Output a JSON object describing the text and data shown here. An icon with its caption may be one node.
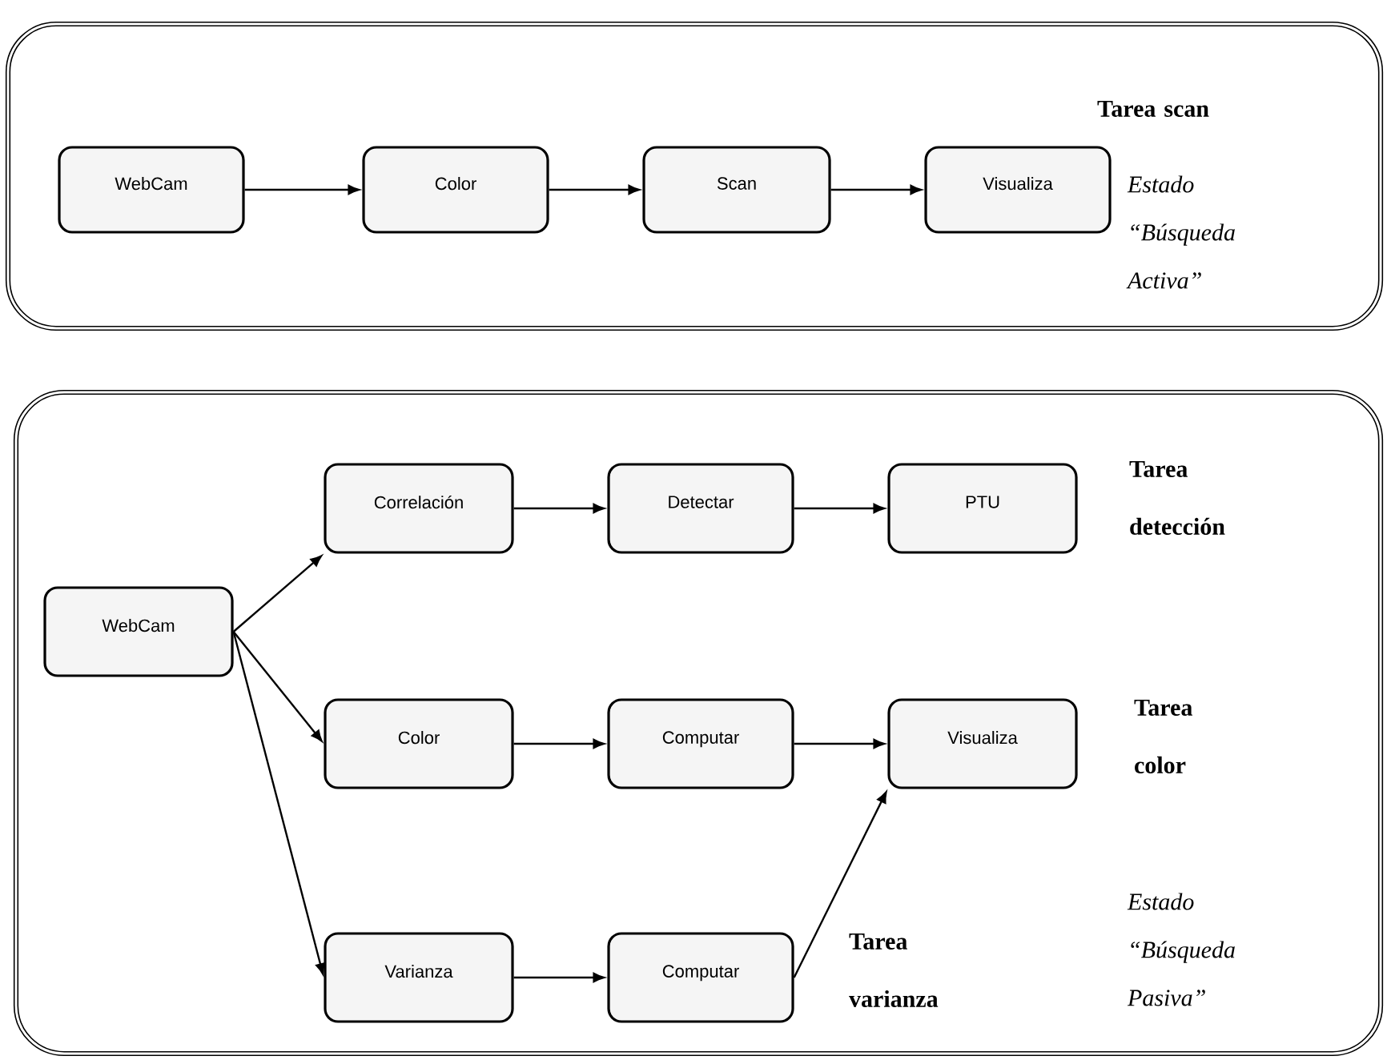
{
  "diagram": {
    "nodes": [
      {
        "text": [
          "Estado “Búsqueda Activa”"
        ]
      },
      {
        "text": [
          "WebCam"
        ],
        "in": 0
      },
      {
        "text": [
          "Color"
        ],
        "in": 0
      },
      {
        "text": [
          "Scan"
        ],
        "in": 0
      },
      {
        "text": [
          "Visualiza"
        ],
        "in": 0
      },
      {
        "text": [
          "Estado “Búsqueda Pasiva”"
        ]
      },
      {
        "text": [
          "WebCam"
        ],
        "in": 5
      },
      {
        "text": [
          "Correlación"
        ],
        "in": 5
      },
      {
        "text": [
          "Detectar"
        ],
        "in": 5
      },
      {
        "text": [
          "PTU"
        ],
        "in": 5
      },
      {
        "text": [
          "Color"
        ],
        "in": 5
      },
      {
        "text": [
          "Computar"
        ],
        "in": 5
      },
      {
        "text": [
          "Visualiza"
        ],
        "in": 5
      },
      {
        "text": [
          "Varianza"
        ],
        "in": 5
      },
      {
        "text": [
          "Computar"
        ],
        "in": 5
      }
    ],
    "edges": [
      {
        "from": 1,
        "to": 2,
        "arrow": "to"
      },
      {
        "from": 2,
        "to": 3,
        "arrow": "to"
      },
      {
        "from": 3,
        "to": 4,
        "arrow": "to"
      },
      {
        "from": 6,
        "to": 7,
        "arrow": "to"
      },
      {
        "from": 6,
        "to": 10,
        "arrow": "to"
      },
      {
        "from": 6,
        "to": 13,
        "arrow": "to"
      },
      {
        "from": 7,
        "to": 8,
        "arrow": "to"
      },
      {
        "from": 8,
        "to": 9,
        "arrow": "to"
      },
      {
        "from": 10,
        "to": 11,
        "arrow": "to"
      },
      {
        "from": 11,
        "to": 12,
        "arrow": "to"
      },
      {
        "from": 13,
        "to": 14,
        "arrow": "to"
      },
      {
        "from": 14,
        "to": 12,
        "arrow": "to"
      }
    ],
    "labels": [
      "Tarea scan",
      "Tarea detección",
      "Tarea color",
      "Tarea varianza"
    ]
  }
}
